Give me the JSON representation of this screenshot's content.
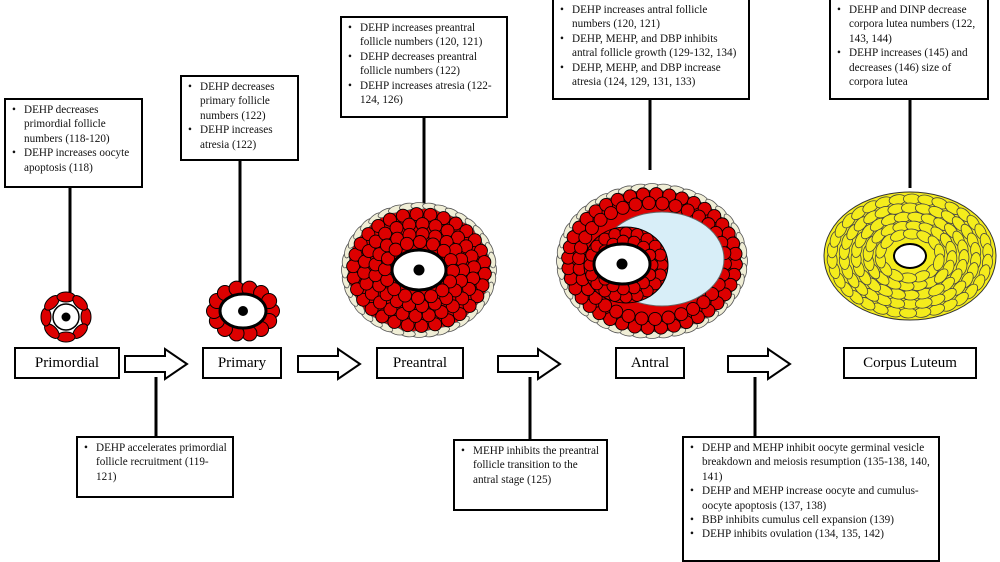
{
  "stages": [
    {
      "id": "primordial",
      "label": "Primordial"
    },
    {
      "id": "primary",
      "label": "Primary"
    },
    {
      "id": "preantral",
      "label": "Preantral"
    },
    {
      "id": "antral",
      "label": "Antral"
    },
    {
      "id": "corpus-luteum",
      "label": "Corpus Luteum"
    }
  ],
  "top_boxes": [
    {
      "stage": "primordial",
      "items": [
        "DEHP decreases primordial follicle numbers (118-120)",
        "DEHP increases oocyte apoptosis (118)"
      ]
    },
    {
      "stage": "primary",
      "items": [
        "DEHP decreases primary follicle numbers (122)",
        "DEHP increases atresia (122)"
      ]
    },
    {
      "stage": "preantral",
      "items": [
        "DEHP increases preantral follicle numbers (120, 121)",
        "DEHP decreases preantral follicle numbers (122)",
        "DEHP increases atresia (122-124, 126)"
      ]
    },
    {
      "stage": "antral",
      "items": [
        "DEHP increases antral follicle numbers (120, 121)",
        "DEHP, MEHP, and DBP inhibits antral follicle growth (129-132, 134)",
        "DEHP, MEHP, and DBP increase atresia (124, 129, 131, 133)"
      ]
    },
    {
      "stage": "corpus-luteum",
      "items": [
        "DEHP and DINP decrease corpora lutea numbers (122, 143, 144)",
        "DEHP increases (145) and decreases (146) size of corpora lutea"
      ]
    }
  ],
  "bottom_boxes": [
    {
      "transition": "primordial-to-primary",
      "items": [
        "DEHP accelerates primordial follicle recruitment (119-121)"
      ]
    },
    {
      "transition": "preantral-to-antral",
      "items": [
        "MEHP inhibits the preantral follicle transition to the antral stage (125)"
      ]
    },
    {
      "transition": "antral-to-corpus-luteum",
      "items": [
        "DEHP and MEHP inhibit oocyte germinal vesicle breakdown and meiosis resumption (135-138, 140, 141)",
        "DEHP and MEHP increase oocyte and cumulus-oocyte apoptosis (137, 138)",
        "BBP inhibits cumulus cell expansion (139)",
        "DEHP inhibits ovulation (134, 135, 142)"
      ]
    }
  ],
  "colors": {
    "granulosa": "#dd0000",
    "theca": "#f0eed6",
    "antrum": "#d8eef8",
    "luteal": "#f4ec1c",
    "line": "#000000"
  }
}
